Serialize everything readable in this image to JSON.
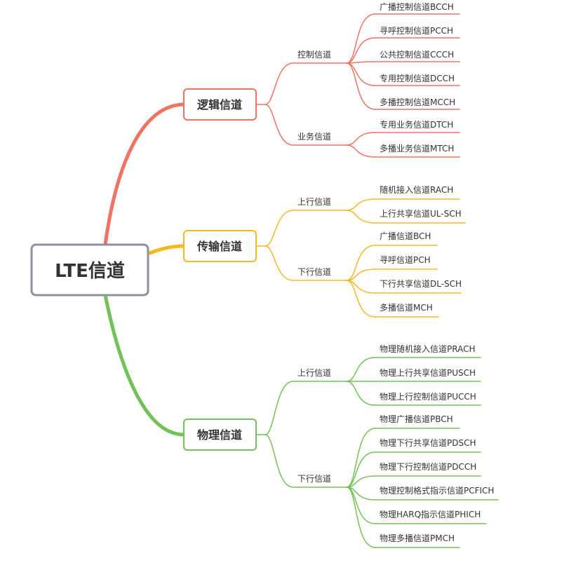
{
  "root": {
    "label": "LTE信道"
  },
  "branches": [
    {
      "label": "逻辑信道",
      "color": "#f07362",
      "groups": [
        {
          "label": "控制信道",
          "items": [
            "广播控制信道BCCH",
            "寻呼控制信道PCCH",
            "公共控制信道CCCH",
            "专用控制信道DCCH",
            "多播控制信道MCCH"
          ]
        },
        {
          "label": "业务信道",
          "items": [
            "专用业务信道DTCH",
            "多播业务信道MTCH"
          ]
        }
      ]
    },
    {
      "label": "传输信道",
      "color": "#f6b822",
      "groups": [
        {
          "label": "上行信道",
          "items": [
            "随机接入信道RACH",
            "上行共享信道UL-SCH"
          ]
        },
        {
          "label": "下行信道",
          "items": [
            "广播信道BCH",
            "寻呼信道PCH",
            "下行共享信道DL-SCH",
            "多播信道MCH"
          ]
        }
      ]
    },
    {
      "label": "物理信道",
      "color": "#72c257",
      "groups": [
        {
          "label": "上行信道",
          "items": [
            "物理随机接入信道PRACH",
            "物理上行共享信道PUSCH",
            "物理上行控制信道PUCCH"
          ]
        },
        {
          "label": "下行信道",
          "items": [
            "物理广播信道PBCH",
            "物理下行共享信道PDSCH",
            "物理下行控制信道PDCCH",
            "物理控制格式指示信道PCFICH",
            "物理HARQ指示信道PHICH",
            "物理多播信道PMCH"
          ]
        }
      ]
    }
  ]
}
